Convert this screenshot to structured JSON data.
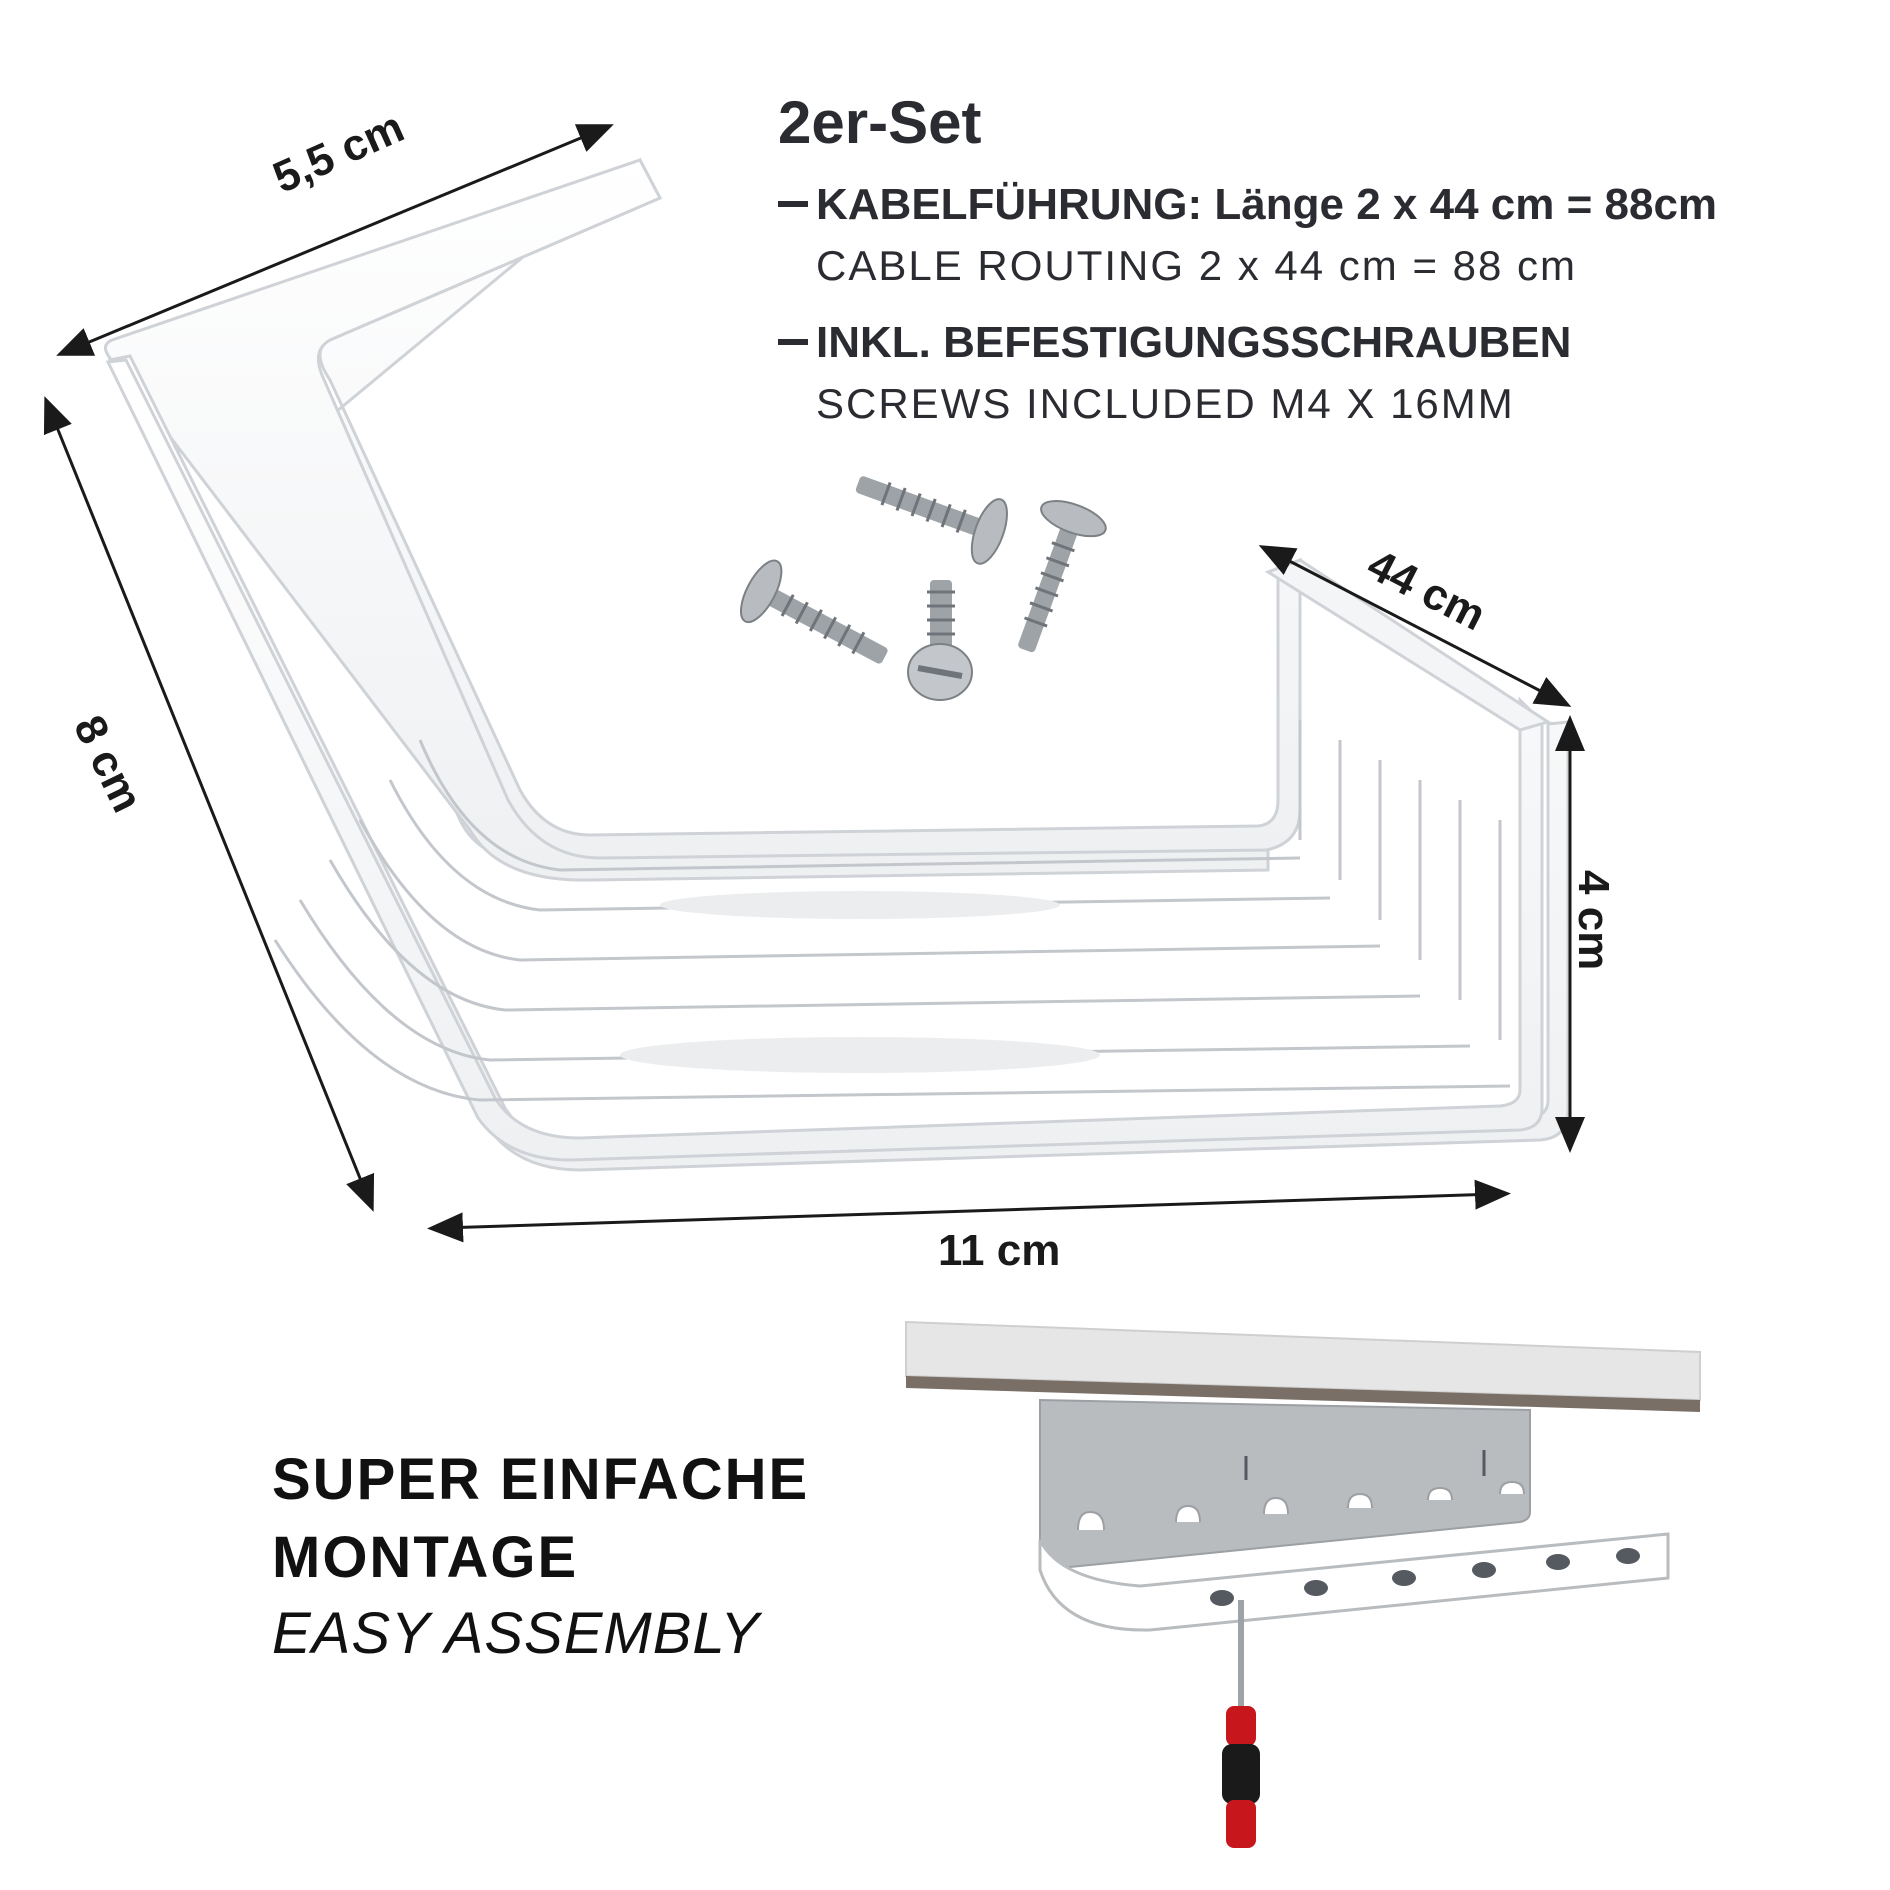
{
  "header": {
    "set_title": "2er-Set"
  },
  "features": [
    {
      "title": "KABELFÜHRUNG: Länge 2 x 44 cm = 88cm",
      "subtitle": "CABLE ROUTING 2 x 44 cm = 88 cm"
    },
    {
      "title": "INKL. BEFESTIGUNGSSCHRAUBEN",
      "subtitle": "SCREWS INCLUDED M4 X 16MM"
    }
  ],
  "dimensions": {
    "depth": "5,5 cm",
    "height": "8 cm",
    "length": "44 cm",
    "rear_height": "4 cm",
    "width": "11 cm"
  },
  "assembly": {
    "line1": "SUPER EINFACHE",
    "line2": "MONTAGE",
    "english": "EASY ASSEMBLY"
  },
  "colors": {
    "text": "#2b2c31",
    "tray": "#ffffff",
    "tray_edge": "#cfd2d6",
    "desk_top": "#e6e6e6",
    "desk_edge": "#7a6f66",
    "bracket": "#b9bcbf",
    "screw": "#9ea3a8",
    "screwdriver_handle": "#c8161d"
  },
  "icons": {
    "screws": "screw-icon",
    "tool": "screwdriver-icon"
  }
}
